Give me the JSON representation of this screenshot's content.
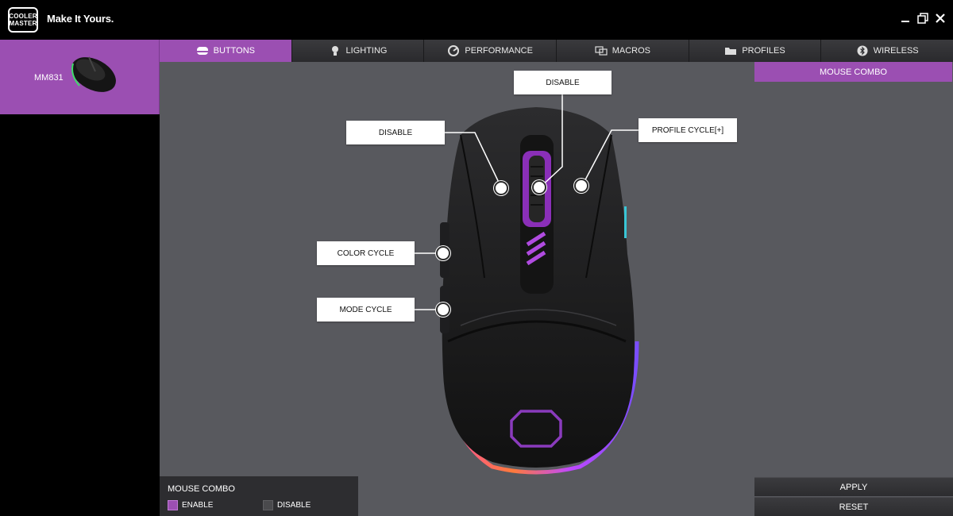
{
  "app": {
    "logo_line1": "COOLER",
    "logo_line2": "MASTER",
    "tagline": "Make It Yours.",
    "minimize_icon": "minimize-icon",
    "restore_icon": "restore-icon",
    "close_icon": "close-icon"
  },
  "sidebar": {
    "device_name": "MM831"
  },
  "tabs": [
    {
      "label": "BUTTONS",
      "icon": "mouse-button-icon",
      "active": true
    },
    {
      "label": "LIGHTING",
      "icon": "lightbulb-icon",
      "active": false
    },
    {
      "label": "PERFORMANCE",
      "icon": "gauge-icon",
      "active": false
    },
    {
      "label": "MACROS",
      "icon": "macro-icon",
      "active": false
    },
    {
      "label": "PROFILES",
      "icon": "folder-icon",
      "active": false
    },
    {
      "label": "WIRELESS",
      "icon": "bluetooth-icon",
      "active": false
    }
  ],
  "sub_tab": {
    "label": "MOUSE COMBO"
  },
  "callouts": {
    "scroll_button": "DISABLE",
    "left_button": "DISABLE",
    "profile_button": "PROFILE CYCLE[+]",
    "side_front": "COLOR CYCLE",
    "side_rear": "MODE CYCLE"
  },
  "mouse_combo": {
    "title": "MOUSE COMBO",
    "enable_label": "ENABLE",
    "disable_label": "DISABLE",
    "selected": "enable"
  },
  "actions": {
    "apply": "APPLY",
    "reset": "RESET"
  },
  "colors": {
    "accent": "#9b4fb2",
    "panel": "#58595e"
  }
}
